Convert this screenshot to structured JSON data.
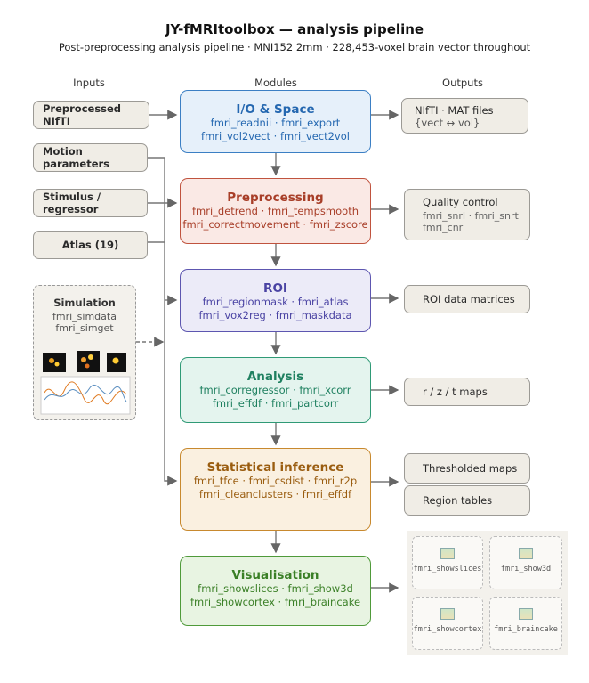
{
  "title": "JY-fMRItoolbox — analysis pipeline",
  "subtitle": "Post-preprocessing analysis pipeline · MNI152 2mm · 228,453-voxel brain vector throughout",
  "columns": {
    "inputs": "Inputs",
    "modules": "Modules",
    "outputs": "Outputs"
  },
  "inputs": [
    "Preprocessed NIfTI",
    "Motion parameters",
    "Stimulus / regressor",
    "Atlas (19)"
  ],
  "simulation": {
    "title": "Simulation",
    "line1": "fmri_simdata",
    "line2": "fmri_simget"
  },
  "modules": [
    {
      "title": "I/O & Space",
      "lines": [
        "fmri_readnii · fmri_export",
        "fmri_vol2vect · fmri_vect2vol"
      ],
      "colors": {
        "bg": "#e6f0fa",
        "border": "#3b7fc4",
        "text": "#2467b0"
      }
    },
    {
      "title": "Preprocessing",
      "lines": [
        "fmri_detrend · fmri_tempsmooth",
        "fmri_correctmovement · fmri_zscore"
      ],
      "colors": {
        "bg": "#fae9e5",
        "border": "#c0533e",
        "text": "#a83e28"
      }
    },
    {
      "title": "ROI",
      "lines": [
        "fmri_regionmask · fmri_atlas",
        "fmri_vox2reg · fmri_maskdata"
      ],
      "colors": {
        "bg": "#ecebf8",
        "border": "#5d56b0",
        "text": "#4a43a3"
      }
    },
    {
      "title": "Analysis",
      "lines": [
        "fmri_corregressor · fmri_xcorr",
        "fmri_effdf · fmri_partcorr"
      ],
      "colors": {
        "bg": "#e4f4ee",
        "border": "#2f9a76",
        "text": "#1f8060"
      }
    },
    {
      "title": "Statistical inference",
      "lines": [
        "fmri_tfce · fmri_csdist · fmri_r2p",
        "fmri_cleanclusters · fmri_effdf"
      ],
      "colors": {
        "bg": "#faf0e0",
        "border": "#c8892e",
        "text": "#9a5d10"
      }
    },
    {
      "title": "Visualisation",
      "lines": [
        "fmri_showslices · fmri_show3d",
        "fmri_showcortex · fmri_braincake"
      ],
      "colors": {
        "bg": "#e8f4e2",
        "border": "#4f9a3a",
        "text": "#3a7f26"
      }
    }
  ],
  "outputs": {
    "io": {
      "line1": "NIfTI · MAT files",
      "line2": "{vect ↔ vol}"
    },
    "qc": {
      "title": "Quality control",
      "line1": "fmri_snrI · fmri_snrt",
      "line2": "fmri_cnr"
    },
    "roi": "ROI data matrices",
    "maps": "r / z / t maps",
    "thresholded": "Thresholded maps",
    "regions": "Region tables",
    "thumbs": [
      "fmri_showslices",
      "fmri_show3d",
      "fmri_showcortex",
      "fmri_braincake"
    ]
  }
}
